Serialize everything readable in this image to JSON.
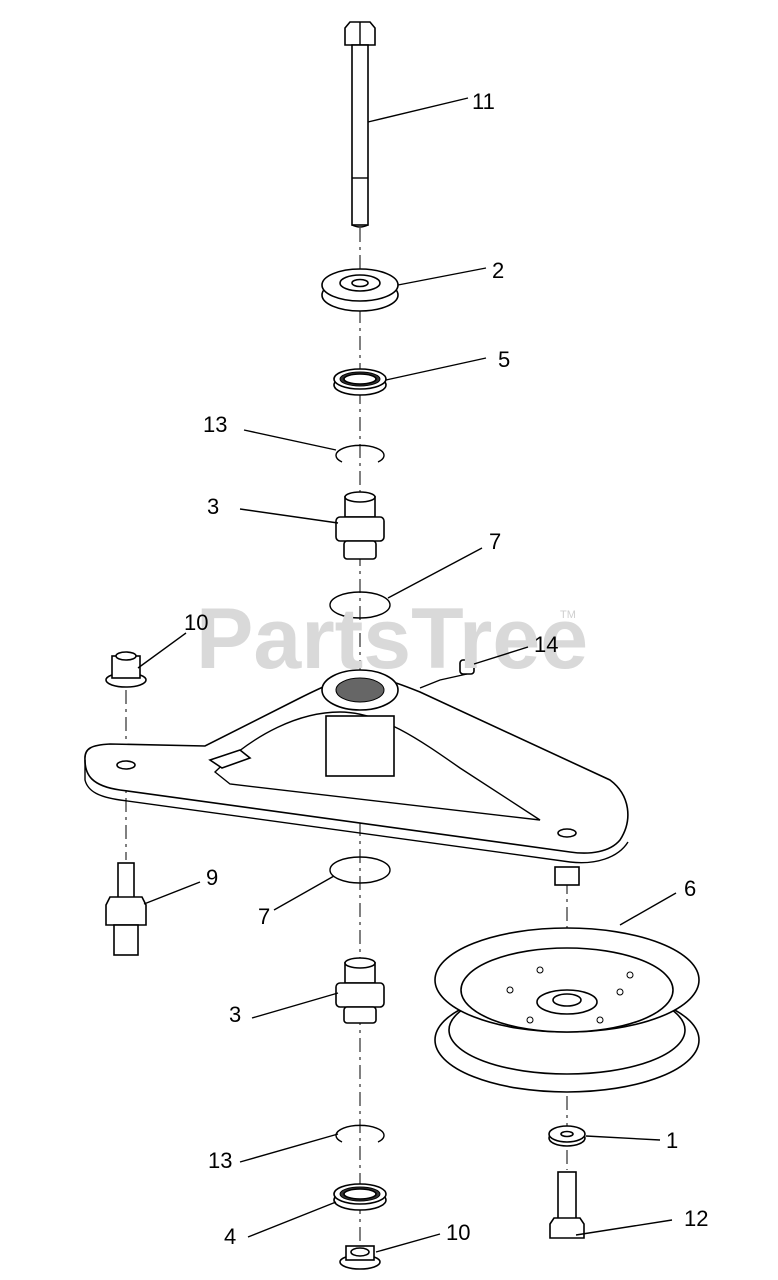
{
  "watermark": {
    "text": "PartsTree",
    "tm": "TM"
  },
  "callouts": [
    {
      "id": "c11",
      "label": "11"
    },
    {
      "id": "c2",
      "label": "2"
    },
    {
      "id": "c5",
      "label": "5"
    },
    {
      "id": "c13a",
      "label": "13"
    },
    {
      "id": "c3a",
      "label": "3"
    },
    {
      "id": "c7a",
      "label": "7"
    },
    {
      "id": "c10a",
      "label": "10"
    },
    {
      "id": "c14",
      "label": "14"
    },
    {
      "id": "c9",
      "label": "9"
    },
    {
      "id": "c7b",
      "label": "7"
    },
    {
      "id": "c6",
      "label": "6"
    },
    {
      "id": "c3b",
      "label": "3"
    },
    {
      "id": "c1",
      "label": "1"
    },
    {
      "id": "c13b",
      "label": "13"
    },
    {
      "id": "c12",
      "label": "12"
    },
    {
      "id": "c4",
      "label": "4"
    },
    {
      "id": "c10b",
      "label": "10"
    }
  ]
}
